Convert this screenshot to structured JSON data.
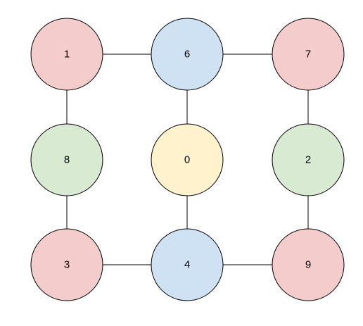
{
  "colors": {
    "red": "#f4cccc",
    "blue": "#cfe2f3",
    "green": "#d9ead3",
    "yellow": "#fff2cc"
  },
  "nodes": [
    {
      "label": "1",
      "color": "red"
    },
    {
      "label": "6",
      "color": "blue"
    },
    {
      "label": "7",
      "color": "red"
    },
    {
      "label": "8",
      "color": "green"
    },
    {
      "label": "0",
      "color": "yellow"
    },
    {
      "label": "2",
      "color": "green"
    },
    {
      "label": "3",
      "color": "red"
    },
    {
      "label": "4",
      "color": "blue"
    },
    {
      "label": "9",
      "color": "red"
    }
  ],
  "edges": [
    [
      "1",
      "6"
    ],
    [
      "6",
      "7"
    ],
    [
      "1",
      "8"
    ],
    [
      "6",
      "0"
    ],
    [
      "7",
      "2"
    ],
    [
      "8",
      "3"
    ],
    [
      "0",
      "4"
    ],
    [
      "2",
      "9"
    ],
    [
      "3",
      "4"
    ],
    [
      "4",
      "9"
    ]
  ]
}
